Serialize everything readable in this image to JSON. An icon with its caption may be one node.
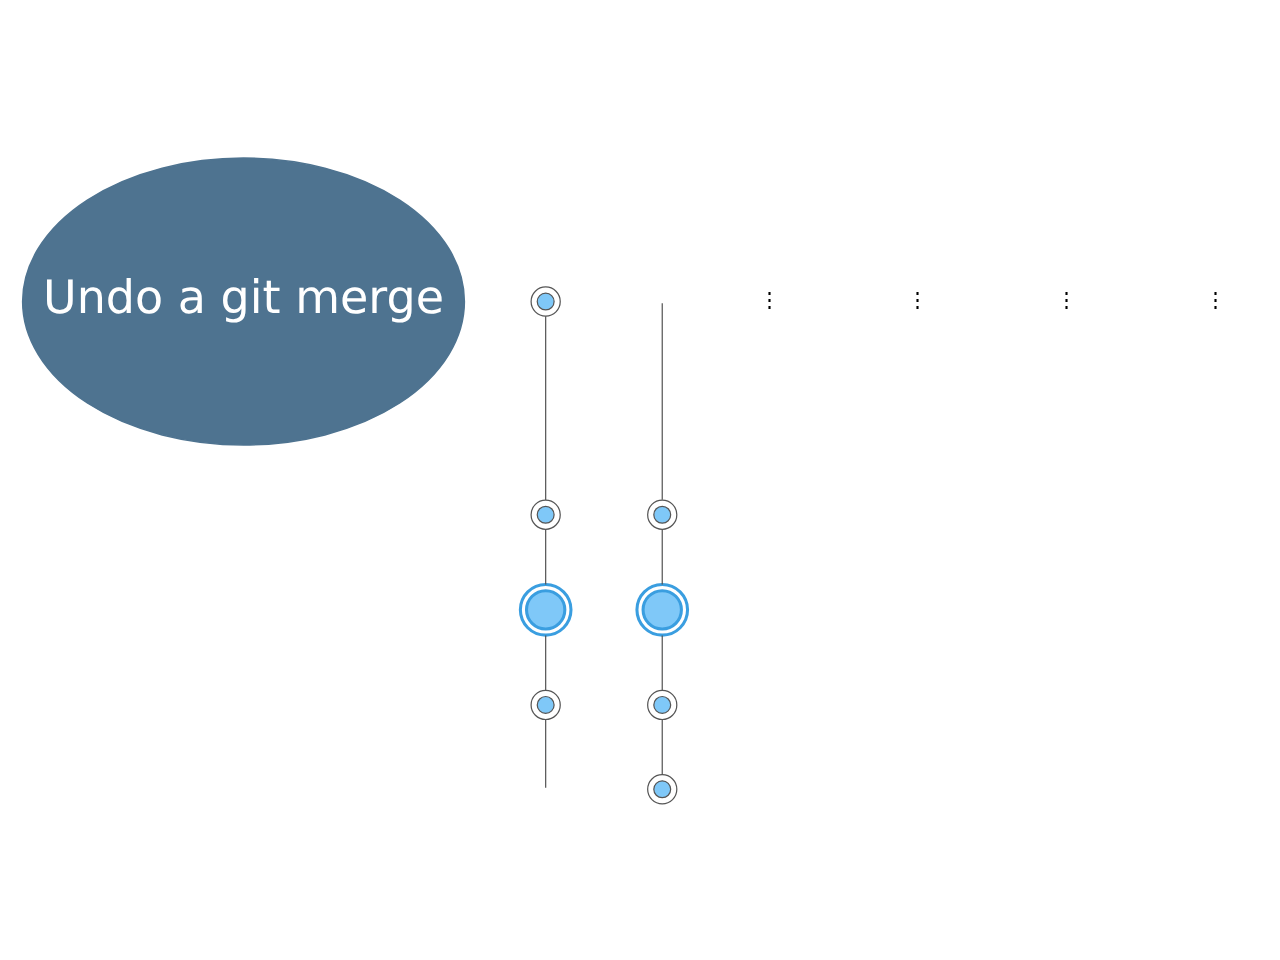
{
  "diagram": {
    "nodes": [
      {
        "text": [
          "Undo a git merge"
        ]
      },
      {
        "text": [],
        "shape": "circle"
      },
      {
        "text": [],
        "shape": "circle"
      },
      {
        "text": [],
        "shape": "circle"
      },
      {
        "text": [],
        "shape": "circle"
      },
      {
        "text": [],
        "shape": "circle"
      },
      {
        "text": [],
        "shape": "circle"
      },
      {
        "text": [],
        "shape": "circle"
      },
      {
        "text": [],
        "shape": "circle"
      }
    ],
    "edges": [
      {
        "from": null,
        "to": 5,
        "arrow": "none"
      },
      {
        "from": 5,
        "to": 6,
        "arrow": "none"
      },
      {
        "from": 6,
        "to": 7,
        "arrow": "none"
      },
      {
        "from": 7,
        "to": 8,
        "arrow": "none"
      },
      {
        "from": 1,
        "to": 2,
        "arrow": "none"
      },
      {
        "from": 2,
        "to": 3,
        "arrow": "none"
      },
      {
        "from": 3,
        "to": 4,
        "arrow": "none"
      },
      {
        "from": 4,
        "to": null,
        "arrow": "none"
      }
    ],
    "labels": [
      "⋮",
      "⋮",
      "⋮",
      "⋮"
    ]
  }
}
